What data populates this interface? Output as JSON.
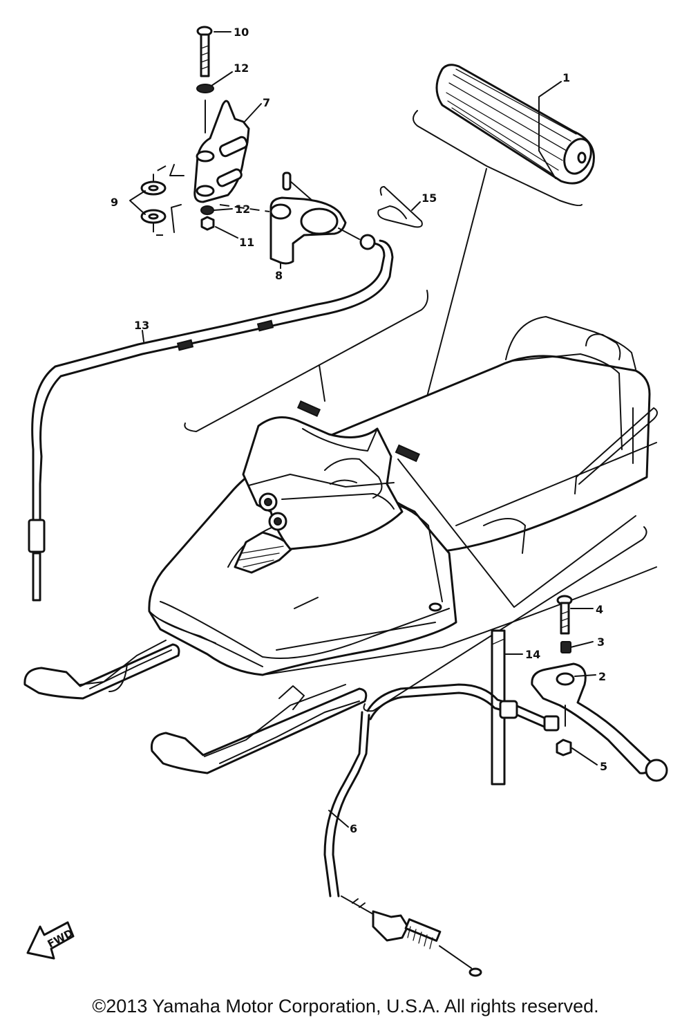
{
  "callouts": {
    "c1": "1",
    "c2": "2",
    "c3": "3",
    "c4": "4",
    "c5": "5",
    "c6": "6",
    "c7": "7",
    "c8": "8",
    "c9": "9",
    "c10": "10",
    "c11": "11",
    "c12a": "12",
    "c12b": "12",
    "c13": "13",
    "c14": "14",
    "c15": "15"
  },
  "fwd_label": "FWD",
  "copyright": "©2013 Yamaha Motor Corporation, U.S.A. All rights reserved."
}
